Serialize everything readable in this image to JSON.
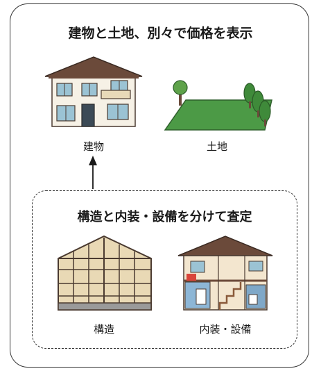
{
  "title": "建物と土地、別々で価格を表示",
  "items": {
    "building": "建物",
    "land": "土地",
    "structure": "構造",
    "interior": "内装・設備"
  },
  "subtitle": "構造と内装・設備を分けて査定",
  "colors": {
    "roof": "#6b4a3a",
    "wall": "#f6f1e6",
    "window": "#9bc3d4",
    "grass": "#4c9a46",
    "frame_wood": "#e9d9b5",
    "frame_line": "#4a3a30"
  }
}
